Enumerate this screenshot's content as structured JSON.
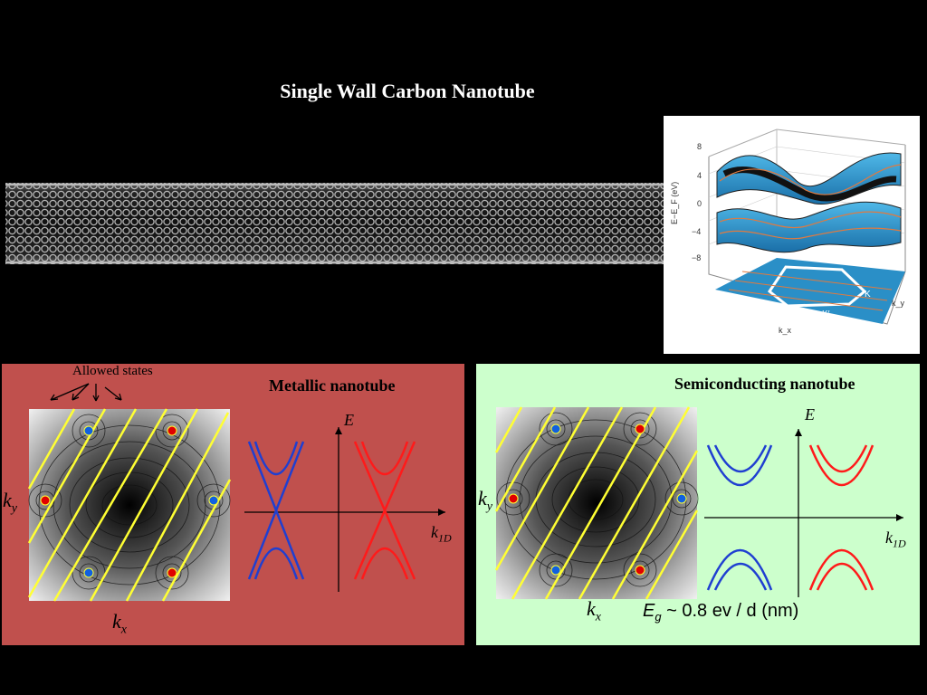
{
  "slide": {
    "title": "Single Wall Carbon Nanotube"
  },
  "band_inset": {
    "y_axis_label": "E−E_F (eV)",
    "y_ticks": [
      "8",
      "4",
      "0",
      "−4",
      "−8"
    ],
    "kx_label": "k_x",
    "ky_label": "k_y",
    "k_point": "K",
    "kprime_point": "K′"
  },
  "metallic": {
    "title": "Metallic nanotube",
    "allowed_states_label": "Allowed states",
    "energy_axis_label": "E",
    "k1d_label": "k",
    "k1d_sub": "1D",
    "kx_label": "k",
    "kx_sub": "x",
    "ky_label": "k",
    "ky_sub": "y"
  },
  "semiconducting": {
    "title": "Semiconducting nanotube",
    "energy_axis_label": "E",
    "k1d_label": "k",
    "k1d_sub": "1D",
    "kx_label": "k",
    "kx_sub": "x",
    "ky_label": "k",
    "ky_sub": "y",
    "gap_symbol": "E",
    "gap_sub": "g",
    "gap_formula": " ~ 0.8 ev / d (nm)"
  },
  "colors": {
    "metal_panel": "#c0504d",
    "semi_panel": "#ccffcc",
    "band_blue": "#1f3fd1",
    "band_red": "#ff1a1a",
    "allowed_line": "#ffff33",
    "dirac_red": "#e00000",
    "dirac_blue": "#1060e0"
  }
}
